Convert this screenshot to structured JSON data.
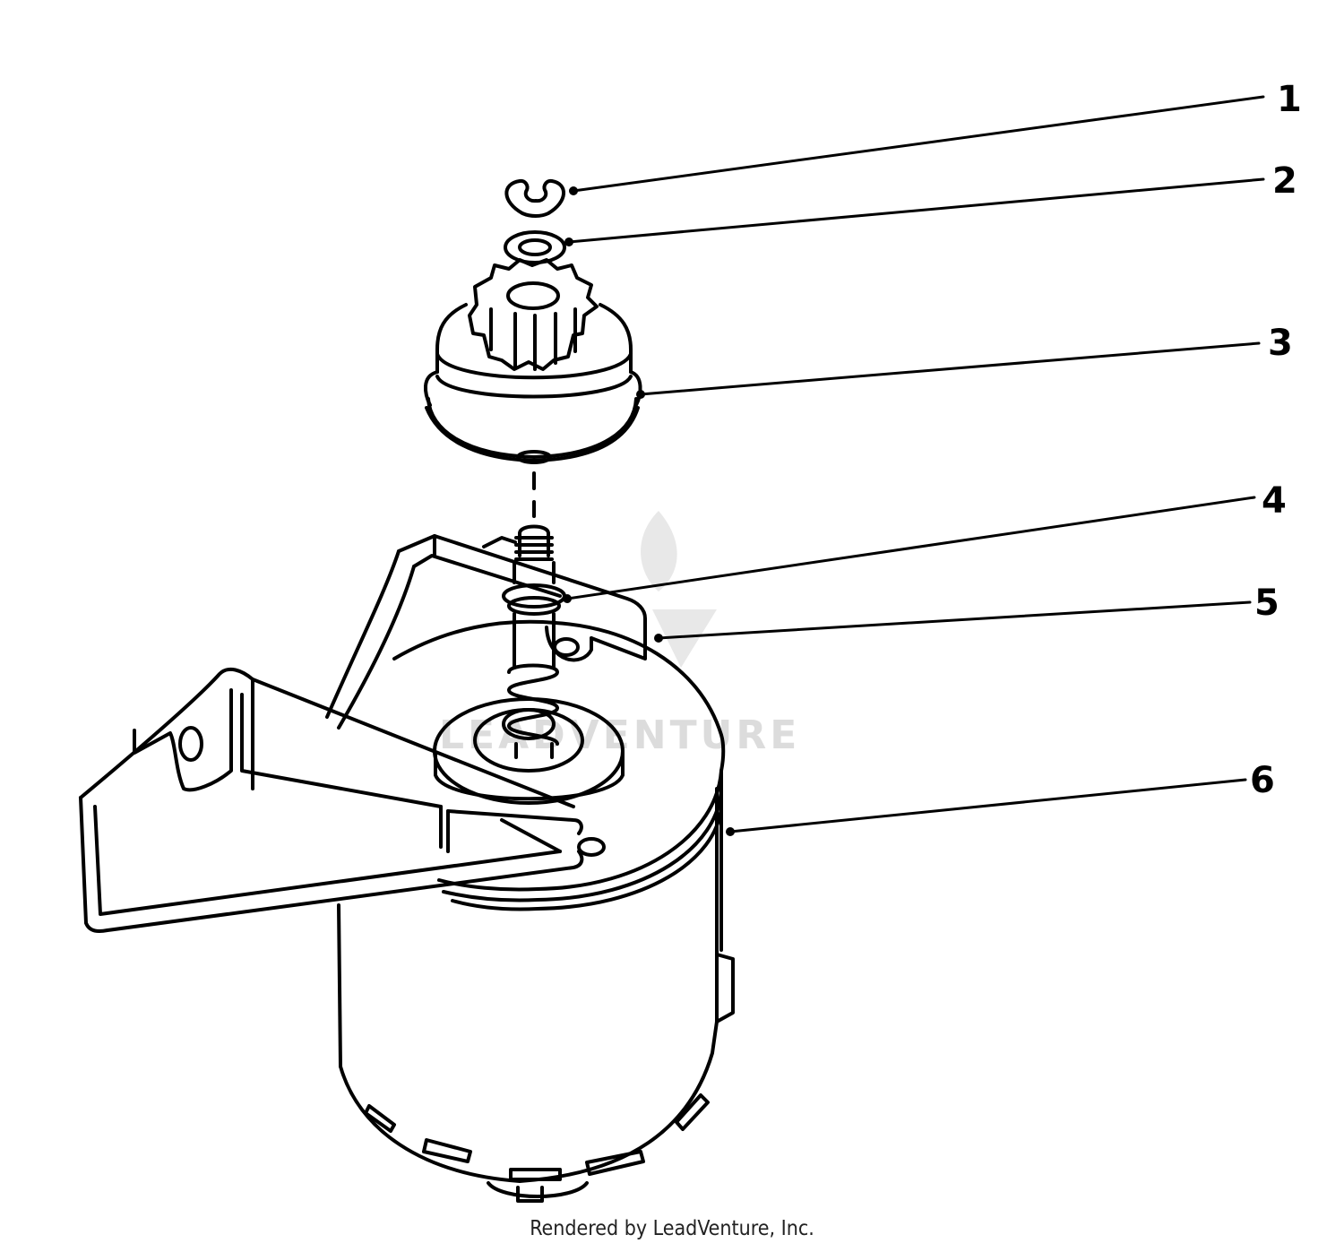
{
  "callouts": [
    {
      "label": "1"
    },
    {
      "label": "2"
    },
    {
      "label": "3"
    },
    {
      "label": "4"
    },
    {
      "label": "5"
    },
    {
      "label": "6"
    }
  ],
  "watermark": {
    "text": "LEADVENTURE"
  },
  "footer": {
    "credit": "Rendered by LeadVenture, Inc."
  }
}
